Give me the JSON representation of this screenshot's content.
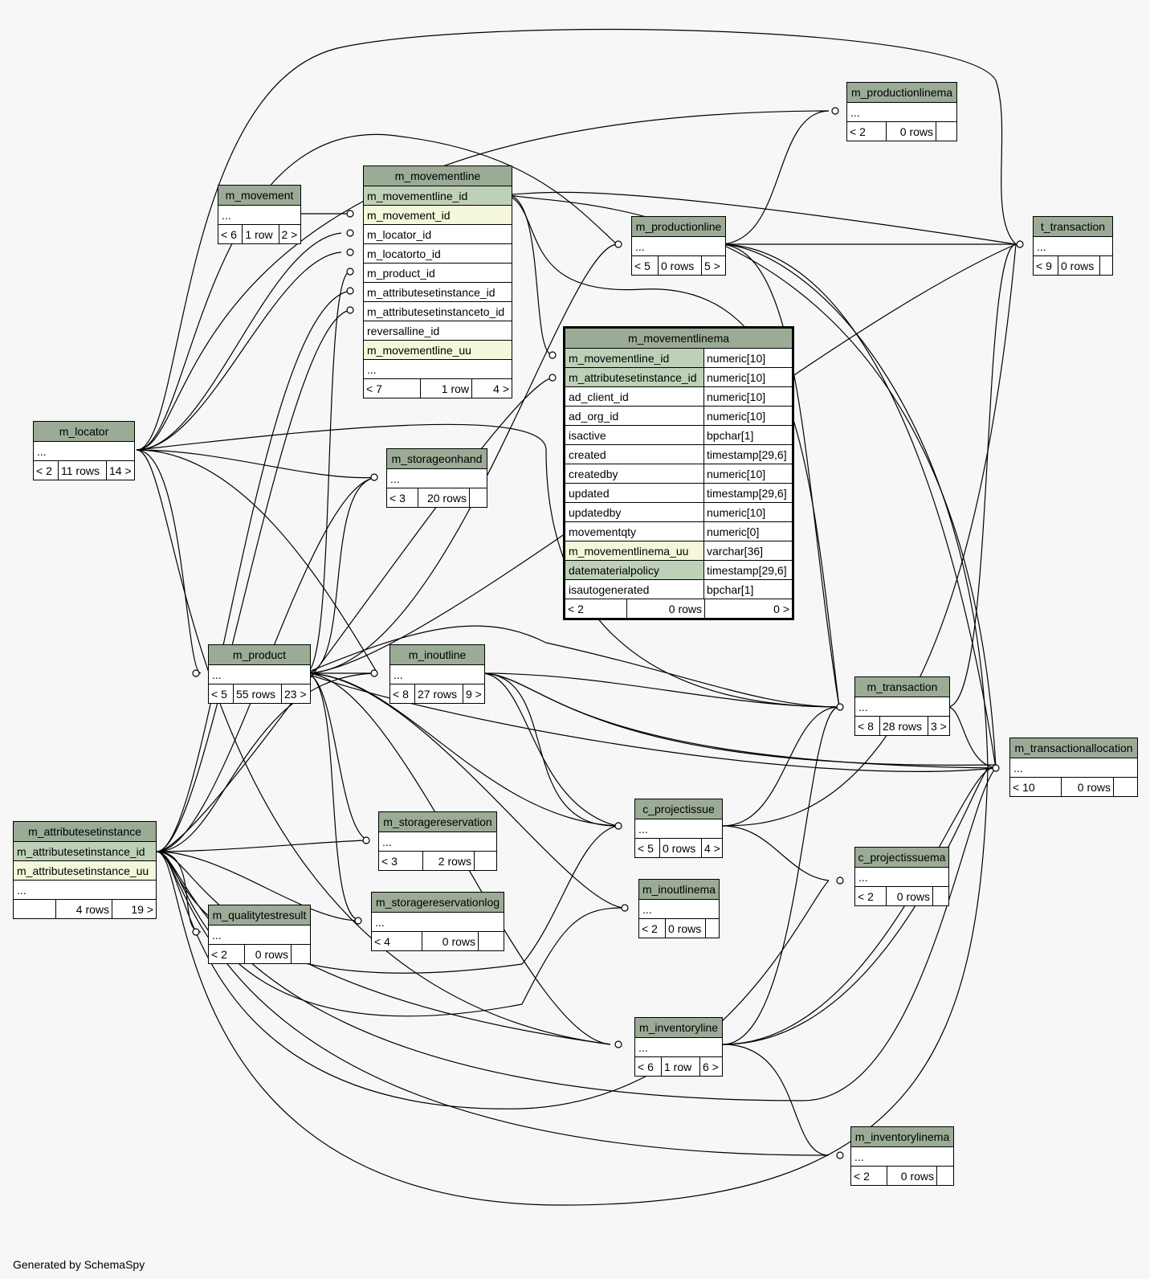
{
  "footer": "Generated by SchemaSpy",
  "tables": {
    "m_movement": {
      "title": "m_movement",
      "rows": [
        "..."
      ],
      "stats": [
        "< 6",
        "1 row",
        "2 >"
      ]
    },
    "m_movementline": {
      "title": "m_movementline",
      "rows": [
        "m_movementline_id",
        "m_movement_id",
        "m_locator_id",
        "m_locatorto_id",
        "m_product_id",
        "m_attributesetinstance_id",
        "m_attributesetinstanceto_id",
        "reversalline_id",
        "m_movementline_uu",
        "..."
      ],
      "stats": [
        "< 7",
        "1 row",
        "4 >"
      ]
    },
    "m_movementlinema": {
      "title": "m_movementlinema",
      "columns": [
        [
          "m_movementline_id",
          "numeric[10]"
        ],
        [
          "m_attributesetinstance_id",
          "numeric[10]"
        ],
        [
          "ad_client_id",
          "numeric[10]"
        ],
        [
          "ad_org_id",
          "numeric[10]"
        ],
        [
          "isactive",
          "bpchar[1]"
        ],
        [
          "created",
          "timestamp[29,6]"
        ],
        [
          "createdby",
          "numeric[10]"
        ],
        [
          "updated",
          "timestamp[29,6]"
        ],
        [
          "updatedby",
          "numeric[10]"
        ],
        [
          "movementqty",
          "numeric[0]"
        ],
        [
          "m_movementlinema_uu",
          "varchar[36]"
        ],
        [
          "datematerialpolicy",
          "timestamp[29,6]"
        ],
        [
          "isautogenerated",
          "bpchar[1]"
        ]
      ],
      "stats": [
        "< 2",
        "0 rows",
        "0 >"
      ]
    },
    "m_productionlinema": {
      "title": "m_productionlinema",
      "rows": [
        "..."
      ],
      "stats": [
        "< 2",
        "0 rows",
        ""
      ]
    },
    "m_productionline": {
      "title": "m_productionline",
      "rows": [
        "..."
      ],
      "stats": [
        "< 5",
        "0 rows",
        "5 >"
      ]
    },
    "t_transaction": {
      "title": "t_transaction",
      "rows": [
        "..."
      ],
      "stats": [
        "< 9",
        "0 rows",
        ""
      ]
    },
    "m_locator": {
      "title": "m_locator",
      "rows": [
        "..."
      ],
      "stats": [
        "< 2",
        "11 rows",
        "14 >"
      ]
    },
    "m_storageonhand": {
      "title": "m_storageonhand",
      "rows": [
        "..."
      ],
      "stats": [
        "< 3",
        "20 rows",
        ""
      ]
    },
    "m_product": {
      "title": "m_product",
      "rows": [
        "..."
      ],
      "stats": [
        "< 5",
        "55 rows",
        "23 >"
      ]
    },
    "m_inoutline": {
      "title": "m_inoutline",
      "rows": [
        "..."
      ],
      "stats": [
        "< 8",
        "27 rows",
        "9 >"
      ]
    },
    "m_transaction": {
      "title": "m_transaction",
      "rows": [
        "..."
      ],
      "stats": [
        "< 8",
        "28 rows",
        "3 >"
      ]
    },
    "m_transactionallocation": {
      "title": "m_transactionallocation",
      "rows": [
        "..."
      ],
      "stats": [
        "< 10",
        "0 rows",
        ""
      ]
    },
    "c_projectissue": {
      "title": "c_projectissue",
      "rows": [
        "..."
      ],
      "stats": [
        "< 5",
        "0 rows",
        "4 >"
      ]
    },
    "m_storagereservation": {
      "title": "m_storagereservation",
      "rows": [
        "..."
      ],
      "stats": [
        "< 3",
        "2 rows",
        ""
      ]
    },
    "m_attributesetinstance": {
      "title": "m_attributesetinstance",
      "rows": [
        "m_attributesetinstance_id",
        "m_attributesetinstance_uu",
        "..."
      ],
      "stats": [
        "",
        "4 rows",
        "19 >"
      ]
    },
    "c_projectissuema": {
      "title": "c_projectissuema",
      "rows": [
        "..."
      ],
      "stats": [
        "< 2",
        "0 rows",
        ""
      ]
    },
    "m_inoutlinema": {
      "title": "m_inoutlinema",
      "rows": [
        "..."
      ],
      "stats": [
        "< 2",
        "0 rows",
        ""
      ]
    },
    "m_storagereservationlog": {
      "title": "m_storagereservationlog",
      "rows": [
        "..."
      ],
      "stats": [
        "< 4",
        "0 rows",
        ""
      ]
    },
    "m_qualitytestresult": {
      "title": "m_qualitytestresult",
      "rows": [
        "..."
      ],
      "stats": [
        "< 2",
        "0 rows",
        ""
      ]
    },
    "m_inventoryline": {
      "title": "m_inventoryline",
      "rows": [
        "..."
      ],
      "stats": [
        "< 6",
        "1 row",
        "6 >"
      ]
    },
    "m_inventorylinema": {
      "title": "m_inventorylinema",
      "rows": [
        "..."
      ],
      "stats": [
        "< 2",
        "0 rows",
        ""
      ]
    }
  },
  "colors": {
    "header": "#9bab96",
    "key": "#bed1b8",
    "index": "#f4f7da",
    "background": "#f7f7f7"
  }
}
